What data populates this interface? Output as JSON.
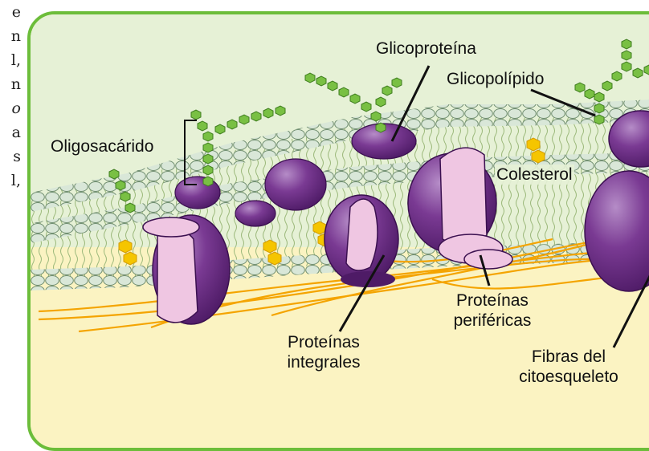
{
  "side_text_fragments": [
    "e",
    "n",
    "l,",
    "n",
    "o",
    "a",
    "s",
    "l,"
  ],
  "labels": {
    "glicoproteina": "Glicoproteína",
    "glicopolipido": "Glicopolípido",
    "oligosacarido": "Oligosacárido",
    "colesterol": "Colesterol",
    "proteinas_integrales": [
      "Proteínas",
      "integrales"
    ],
    "proteinas_perifericas": [
      "Proteínas",
      "periféricas"
    ],
    "fibras_citoesqueleto": [
      "Fibras del",
      "citoesqueleto"
    ]
  },
  "colors": {
    "frame": "#6cbd3a",
    "background_inside": "#fbf3c2",
    "background_outside": "#e6f1d6",
    "phospholipid_head": "#d9e7d8",
    "protein": "#6e2c86",
    "protein_pink": "#efc6e2",
    "sugar": "#79c043",
    "cholesterol": "#f5c500",
    "cytoskeleton": "#f4a400"
  }
}
